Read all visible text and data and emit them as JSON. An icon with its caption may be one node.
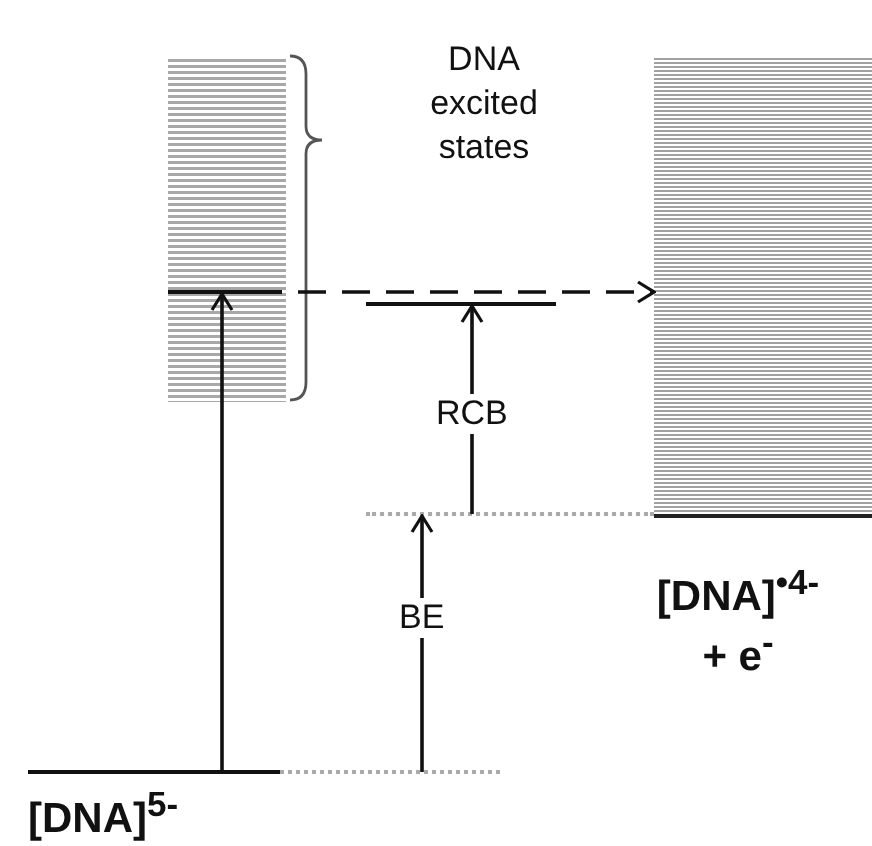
{
  "diagram": {
    "nodes": [
      {
        "text": [
          "[DNA]$^{5-}$"
        ]
      },
      {
        "text": [],
        "shape": "box",
        "beside": [
          "DNA excited states"
        ]
      },
      {
        "text": [],
        "shape": "bar",
        "in": 1
      },
      {
        "text": [],
        "shape": "bar"
      },
      {
        "text": [
          "[DNA]$^{•4-}$ + e$^{-}$"
        ]
      },
      {
        "text": [],
        "shape": "bar"
      },
      {
        "text": [],
        "shape": "bar"
      }
    ],
    "edges": [
      {
        "from": 0,
        "to": 2,
        "arrow": "to"
      },
      {
        "from": 2,
        "to": 4,
        "arrow": "to",
        "style": "dashed"
      },
      {
        "from": 5,
        "to": 3,
        "arrow": "to",
        "label": "RCB"
      },
      {
        "from": 6,
        "to": 5,
        "arrow": "to",
        "label": "BE"
      }
    ]
  }
}
